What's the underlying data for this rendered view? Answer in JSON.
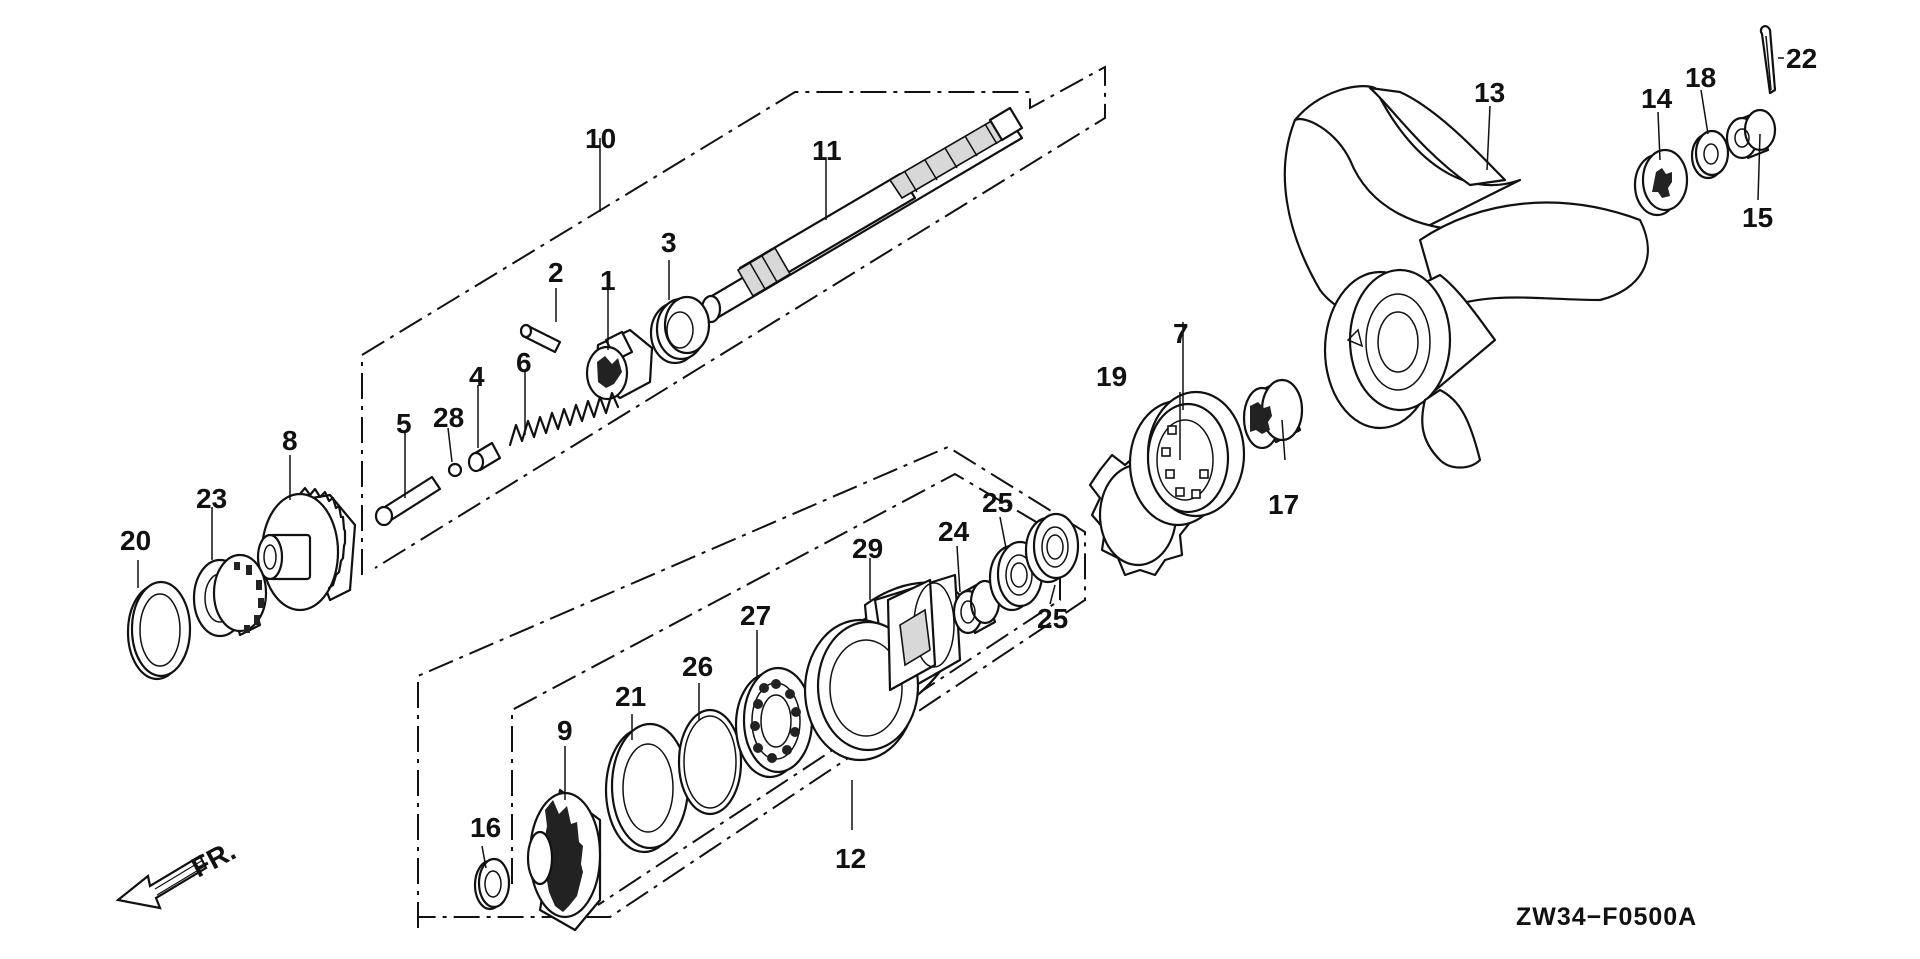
{
  "diagram_code": "ZW34−F0500A",
  "front_indicator": "FR.",
  "callouts": {
    "p1": "1",
    "p2": "2",
    "p3": "3",
    "p4": "4",
    "p5": "5",
    "p6": "6",
    "p7": "7",
    "p8": "8",
    "p9": "9",
    "p10": "10",
    "p11": "11",
    "p12": "12",
    "p13": "13",
    "p14": "14",
    "p15": "15",
    "p16": "16",
    "p17": "17",
    "p18": "18",
    "p19": "19",
    "p20": "20",
    "p21": "21",
    "p22": "22",
    "p23": "23",
    "p24": "24",
    "p25a": "25",
    "p25b": "25",
    "p26": "26",
    "p27": "27",
    "p28": "28",
    "p29": "29"
  }
}
